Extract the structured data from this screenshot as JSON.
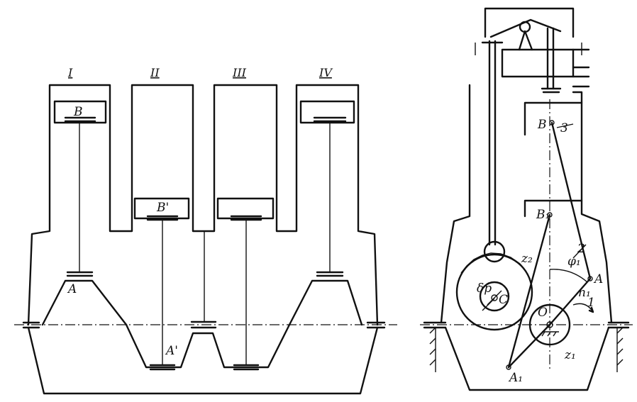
{
  "left_view": {
    "cylinder_numerals": [
      "I",
      "II",
      "III",
      "IV"
    ],
    "point_labels": {
      "B": "B",
      "A": "A",
      "B_prime": "B'",
      "A_prime": "A'"
    }
  },
  "right_view": {
    "point_labels": {
      "B": "B",
      "B1": "B₁",
      "A": "A",
      "A1": "A₁",
      "O": "O",
      "C": "C",
      "z1": "z₁",
      "z2": "z₂",
      "delta_p": "δp",
      "phi1": "φ₁",
      "n1": "n₁",
      "link1": "1",
      "link2": "2",
      "link3": "3"
    }
  }
}
